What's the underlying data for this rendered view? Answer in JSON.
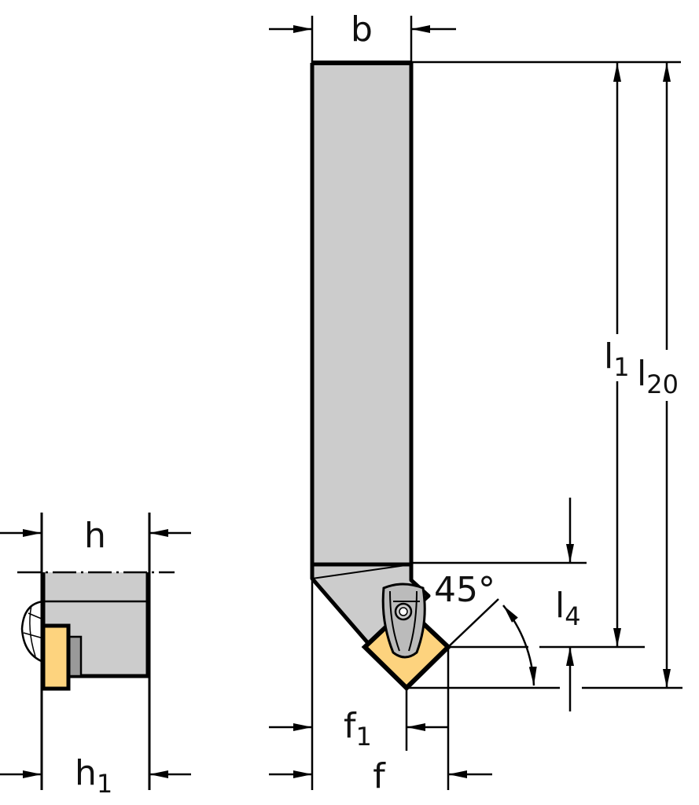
{
  "labels": {
    "b": "b",
    "h": "h",
    "h1_main": "h",
    "h1_sub": "1",
    "l1_main": "l",
    "l1_sub": "1",
    "l20_main": "l",
    "l20_sub": "20",
    "l4_main": "l",
    "l4_sub": "4",
    "f1_main": "f",
    "f1_sub": "1",
    "f": "f",
    "angle": "45°"
  },
  "colors": {
    "shank": "#cccccc",
    "insert": "#fdd37e",
    "line": "#000000",
    "seat": "#999999"
  }
}
